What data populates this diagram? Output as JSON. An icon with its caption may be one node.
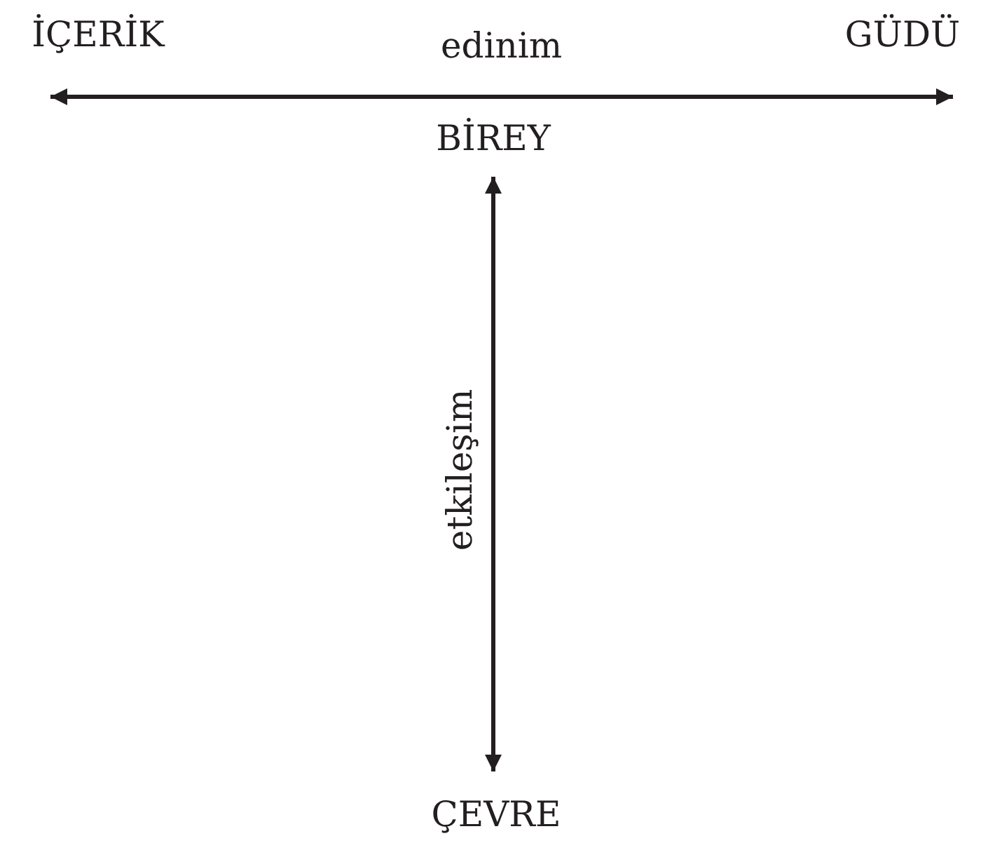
{
  "diagram": {
    "nodes": [
      {
        "text": [
          "İÇERİK"
        ]
      },
      {
        "text": [
          "GÜDÜ"
        ]
      },
      {
        "text": [
          "BİREY"
        ]
      },
      {
        "text": [
          "ÇEVRE"
        ]
      }
    ],
    "edges": [
      {
        "from": 0,
        "to": 1,
        "arrow": "both",
        "label": "edinim"
      },
      {
        "from": 2,
        "to": 3,
        "arrow": "both",
        "label": "etkileşim"
      }
    ]
  }
}
